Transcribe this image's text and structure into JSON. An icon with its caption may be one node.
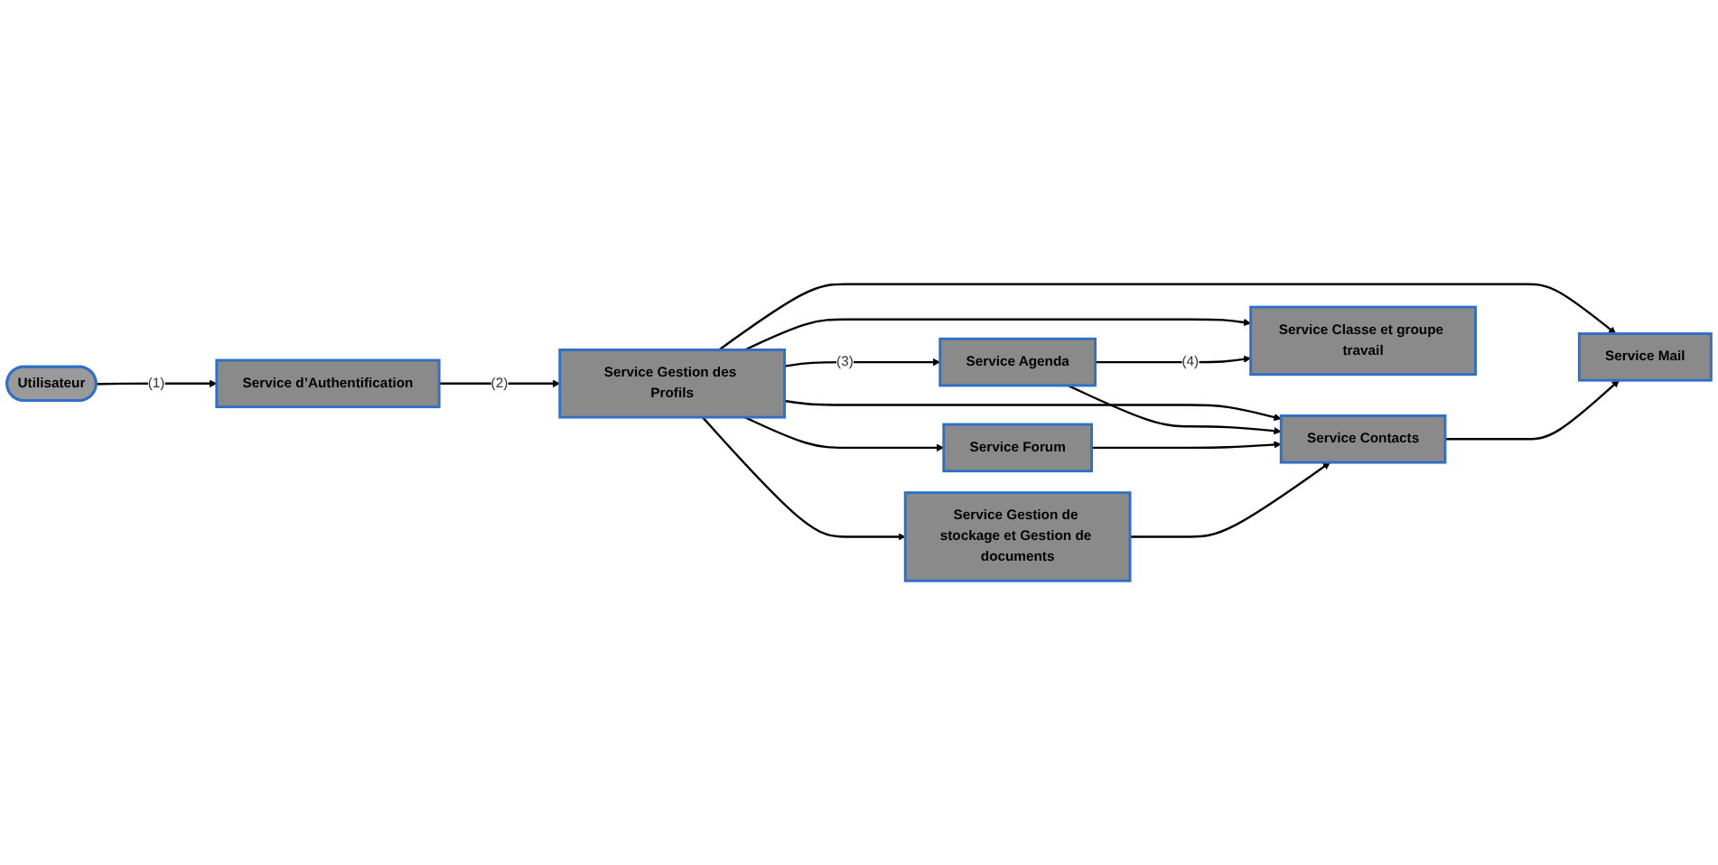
{
  "diagram": {
    "nodes": [
      {
        "text": [
          "Utilisateur"
        ]
      },
      {
        "text": [
          "Service d’Authentification"
        ]
      },
      {
        "text": [
          "Service Gestion des Profils"
        ]
      },
      {
        "text": [
          "Service Agenda"
        ]
      },
      {
        "text": [
          "Service Forum"
        ]
      },
      {
        "text": [
          "Service Gestion de stockage et Gestion de documents"
        ]
      },
      {
        "text": [
          "Service Contacts"
        ]
      },
      {
        "text": [
          "Service Mail"
        ]
      },
      {
        "text": [
          "Service Classe et groupe travail"
        ]
      }
    ],
    "edges": [
      {
        "from": 0,
        "to": 1,
        "arrow": "to",
        "label": "(1)"
      },
      {
        "from": 1,
        "to": 2,
        "arrow": "to",
        "label": "(2)"
      },
      {
        "from": 2,
        "to": 3,
        "arrow": "to",
        "label": "(3)"
      },
      {
        "from": 2,
        "to": 4,
        "arrow": "to"
      },
      {
        "from": 2,
        "to": 5,
        "arrow": "to"
      },
      {
        "from": 2,
        "to": 6,
        "arrow": "to"
      },
      {
        "from": 2,
        "to": 7,
        "arrow": "to"
      },
      {
        "from": 2,
        "to": 8,
        "arrow": "to"
      },
      {
        "from": 3,
        "to": 6,
        "arrow": "to"
      },
      {
        "from": 3,
        "to": 8,
        "arrow": "to",
        "label": "(4)"
      },
      {
        "from": 4,
        "to": 6,
        "arrow": "to"
      },
      {
        "from": 5,
        "to": 6,
        "arrow": "to"
      },
      {
        "from": 6,
        "to": 7,
        "arrow": "to"
      }
    ]
  }
}
